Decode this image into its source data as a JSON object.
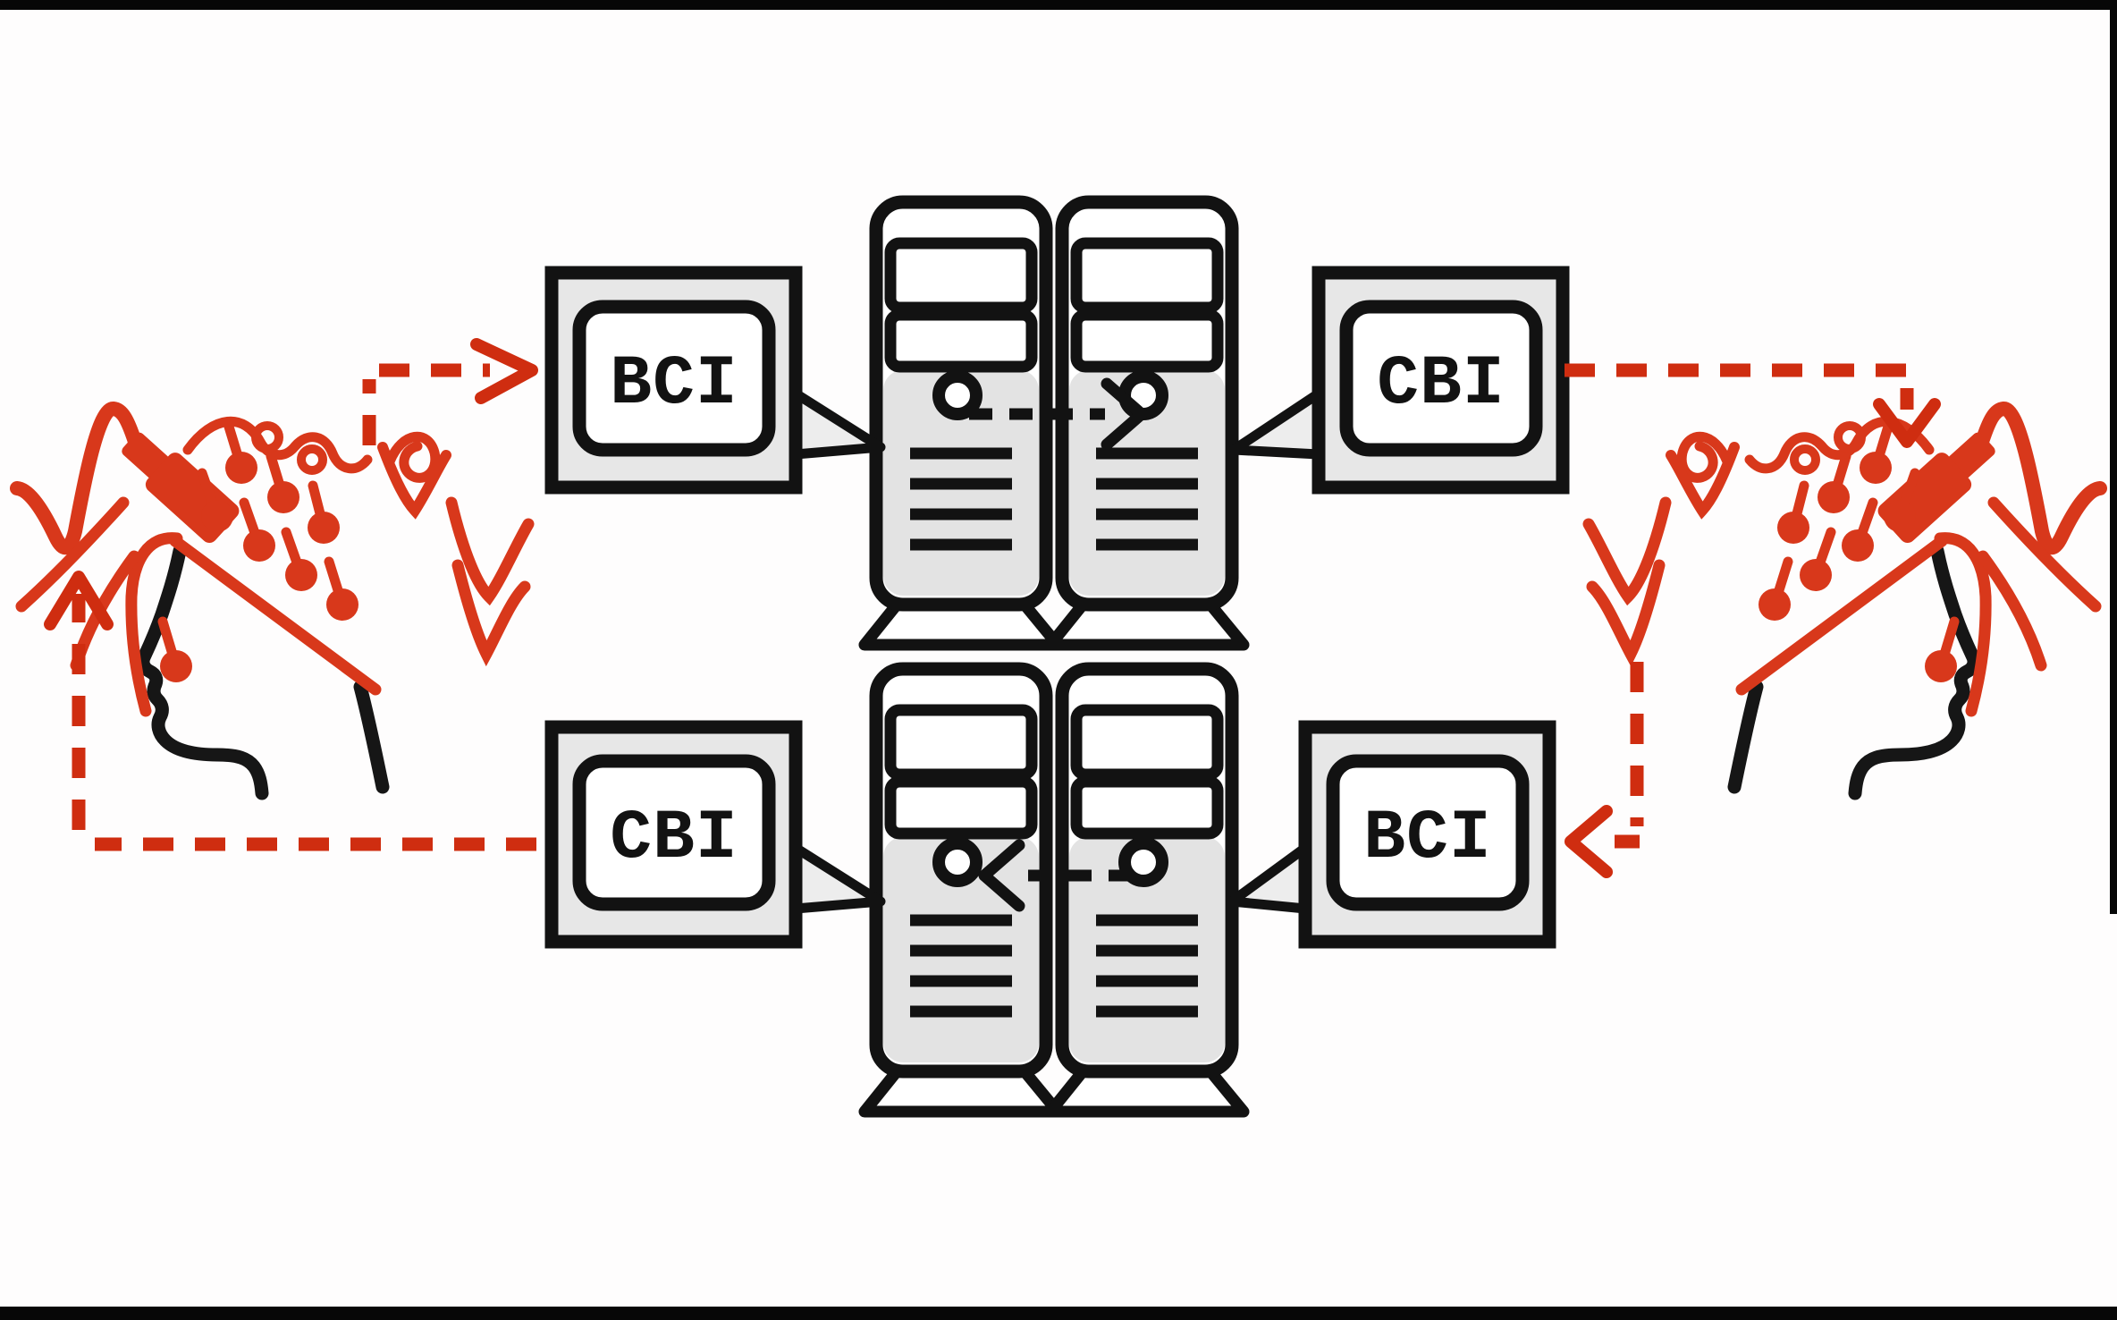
{
  "diagram": {
    "type": "brain-to-brain-interface",
    "labels": {
      "top_left": "BCI",
      "top_right": "CBI",
      "bottom_left": "CBI",
      "bottom_right": "BCI"
    },
    "colors": {
      "figure_red": "#d8381b",
      "arrow_red": "#cf2d10",
      "ink": "#121212",
      "panel_gray": "#e7e7e7",
      "tower_gray": "#e3e3e3",
      "background": "#fefdfd",
      "frame": "#070707"
    },
    "icons": [
      "human-head-eeg-cap-icon",
      "computer-tower-icon",
      "speech-bubble-label-icon",
      "dashed-arrow-icon"
    ]
  }
}
